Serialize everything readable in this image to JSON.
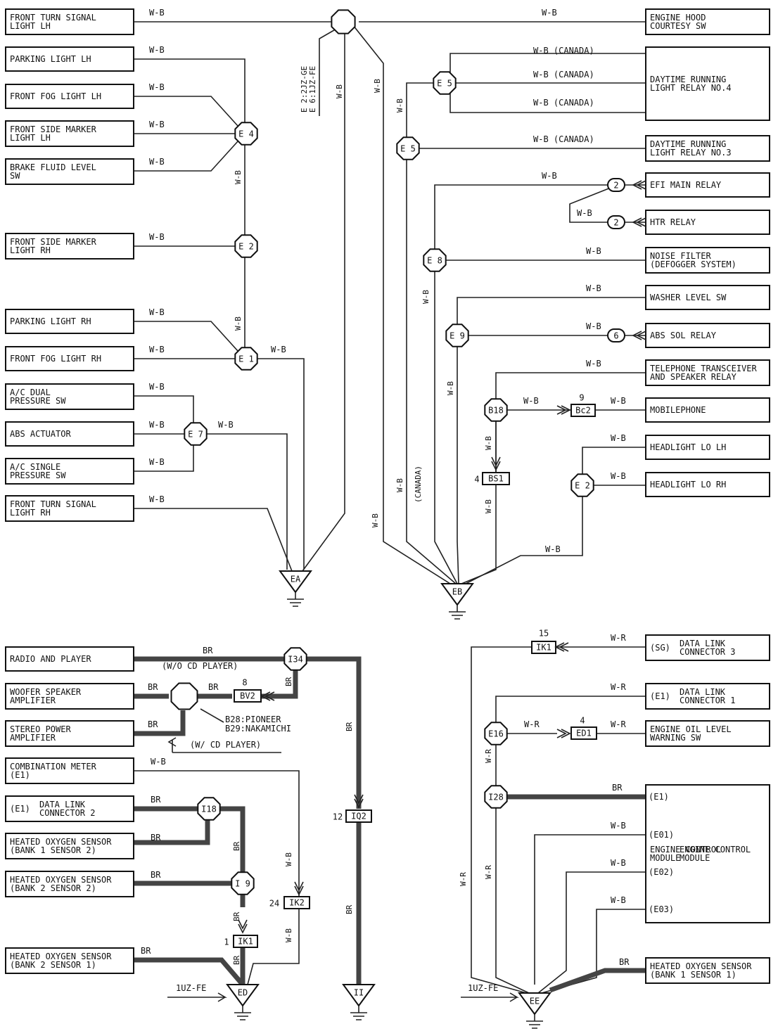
{
  "wire_labels": {
    "wb": "W-B",
    "wb_canada": "W-B (CANADA)",
    "canada": "(CANADA)",
    "br": "BR",
    "wr": "W-R"
  },
  "notes": {
    "engine_e2": "E 2:2JZ-GE",
    "engine_e6": "E 6:1JZ-FE",
    "wo_cd": "(W/O CD PLAYER)",
    "w_cd": "(W/ CD PLAYER)",
    "b28": "B28:PIONEER",
    "b29": "B29:NAKAMICHI",
    "uz_ed": "1UZ-FE",
    "uz_ee": "1UZ-FE"
  },
  "components": {
    "front_turn_lh": [
      "FRONT TURN SIGNAL",
      "LIGHT LH"
    ],
    "parking_lh": [
      "PARKING LIGHT LH"
    ],
    "fog_lh": [
      "FRONT FOG LIGHT LH"
    ],
    "side_marker_lh": [
      "FRONT SIDE MARKER",
      "LIGHT LH"
    ],
    "brake_fluid": [
      "BRAKE FLUID LEVEL",
      "SW"
    ],
    "side_marker_rh": [
      "FRONT SIDE MARKER",
      "LIGHT RH"
    ],
    "parking_rh": [
      "PARKING LIGHT RH"
    ],
    "fog_rh": [
      "FRONT FOG LIGHT RH"
    ],
    "ac_dual": [
      "A/C DUAL",
      "PRESSURE SW"
    ],
    "abs_act": [
      "ABS ACTUATOR"
    ],
    "ac_single": [
      "A/C SINGLE",
      "PRESSURE SW"
    ],
    "front_turn_rh": [
      "FRONT TURN SIGNAL",
      "LIGHT RH"
    ],
    "hood_sw": [
      "ENGINE HOOD",
      "COURTESY SW"
    ],
    "drl4": [
      "DAYTIME RUNNING",
      "LIGHT RELAY NO.4"
    ],
    "drl3": [
      "DAYTIME RUNNING",
      "LIGHT RELAY NO.3"
    ],
    "efi": [
      "EFI MAIN RELAY"
    ],
    "htr": [
      "HTR RELAY"
    ],
    "noise": [
      "NOISE FILTER",
      "(DEFOGGER SYSTEM)"
    ],
    "washer": [
      "WASHER LEVEL SW"
    ],
    "abs_sol": [
      "ABS SOL RELAY"
    ],
    "tel": [
      "TELEPHONE TRANSCEIVER",
      "AND SPEAKER RELAY"
    ],
    "mobile": [
      "MOBILEPHONE"
    ],
    "hl_lo_lh": [
      "HEADLIGHT LO LH"
    ],
    "hl_lo_rh": [
      "HEADLIGHT LO RH"
    ],
    "radio": [
      "RADIO AND PLAYER"
    ],
    "woofer": [
      "WOOFER SPEAKER",
      "AMPLIFIER"
    ],
    "stereo": [
      "STEREO POWER",
      "AMPLIFIER"
    ],
    "combo": [
      "COMBINATION METER",
      "(E1)"
    ],
    "dlc2": [
      "DATA LINK",
      "CONNECTOR 2"
    ],
    "dlc2_pin": "(E1)",
    "hos_b1s2": [
      "HEATED OXYGEN SENSOR",
      "(BANK 1 SENSOR 2)"
    ],
    "hos_b2s2": [
      "HEATED OXYGEN SENSOR",
      "(BANK 2 SENSOR 2)"
    ],
    "hos_b2s1": [
      "HEATED OXYGEN SENSOR",
      "(BANK 2 SENSOR 1)"
    ],
    "dlc3": [
      "DATA LINK",
      "CONNECTOR 3"
    ],
    "dlc3_pin": "(SG)",
    "dlc1": [
      "DATA LINK",
      "CONNECTOR 1"
    ],
    "dlc1_pin": "(E1)",
    "oil": [
      "ENGINE OIL LEVEL",
      "WARNING SW"
    ],
    "ecm": [
      "ENGINE CONTROL",
      "MODULE"
    ],
    "ecm_pins": [
      "(E1)",
      "(E01)",
      "(E02)",
      "(E03)"
    ],
    "hos_b1s1": [
      "HEATED OXYGEN SENSOR",
      "(BANK 1 SENSOR 1)"
    ]
  },
  "nodes": {
    "e4": "E 4",
    "e2l": "E 2",
    "e1": "E 1",
    "e7": "E 7",
    "e5a": "E 5",
    "e5b": "E 5",
    "e8": "E 8",
    "e9": "E 9",
    "b18": "B18",
    "e2r": "E 2",
    "i34": "I34",
    "i18": "I18",
    "i9": "I 9",
    "e16": "E16",
    "i28": "I28",
    "pin_efi": "2",
    "pin_htr": "2",
    "pin_abs": "6"
  },
  "connectors": {
    "bc2": {
      "id": "Bc2",
      "pin": "9"
    },
    "bs1": {
      "id": "BS1",
      "pin": "4"
    },
    "bv2": {
      "id": "BV2",
      "pin": "8"
    },
    "iq2": {
      "id": "IQ2",
      "pin": "12"
    },
    "ik2": {
      "id": "IK2",
      "pin": "24"
    },
    "ik1a": {
      "id": "IK1",
      "pin": "1"
    },
    "ik1b": {
      "id": "IK1",
      "pin": "15"
    },
    "ed1": {
      "id": "ED1",
      "pin": "4"
    }
  },
  "grounds": {
    "ea": "EA",
    "eb": "EB",
    "ed": "ED",
    "ii": "II",
    "ee": "EE"
  }
}
